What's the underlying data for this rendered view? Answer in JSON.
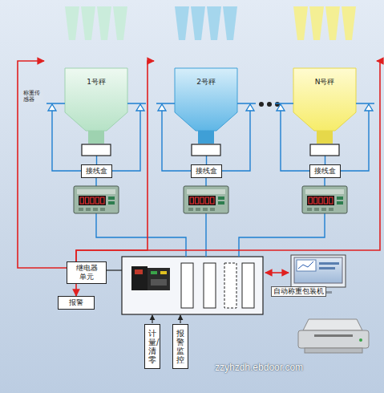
{
  "diagram": {
    "nodes": [
      {
        "text": [
          "1号秤"
        ]
      },
      {
        "text": [
          "2号秤"
        ]
      },
      {
        "text": [
          "N号秤"
        ]
      },
      {
        "text": [
          "接线盒"
        ]
      },
      {
        "text": [
          "接线盒"
        ]
      },
      {
        "text": [
          "接线盒"
        ]
      },
      {
        "text": [
          "继电器单元"
        ]
      },
      {
        "text": [
          "报警"
        ]
      },
      {
        "text": [
          "计量/清零"
        ]
      },
      {
        "text": [
          "报警监控"
        ]
      }
    ],
    "edges": [
      {
        "from": 0,
        "to": 3,
        "arrow": "none"
      },
      {
        "from": 1,
        "to": 4,
        "arrow": "none"
      },
      {
        "from": 2,
        "to": 5,
        "arrow": "none"
      },
      {
        "from": 6,
        "to": 0,
        "arrow": "to"
      },
      {
        "from": 6,
        "to": 1,
        "arrow": "to"
      },
      {
        "from": 6,
        "to": 2,
        "arrow": "to"
      },
      {
        "from": 6,
        "to": 7,
        "arrow": "to"
      }
    ],
    "labels": [
      "称重传感器",
      "自动称重包装机",
      "zzyhzdh.ebdoor.com"
    ]
  }
}
